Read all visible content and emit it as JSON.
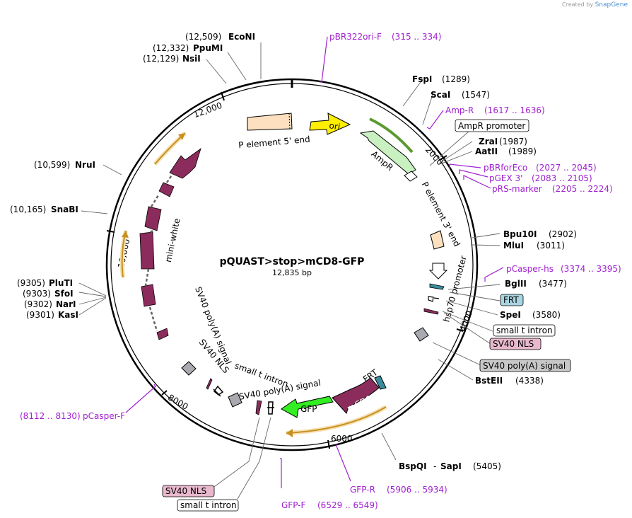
{
  "credit": {
    "prefix": "Created by",
    "brand": "SnapGene"
  },
  "plasmid": {
    "name": "pQUAST>stop>mCD8-GFP",
    "size": "12,835 bp"
  },
  "ticks": [
    "2000",
    "4000",
    "6000",
    "8000",
    "10,000",
    "12,000"
  ],
  "enzymes": [
    {
      "name": "EcoNI",
      "pos": "(12,509)"
    },
    {
      "name": "PpuMI",
      "pos": "(12,332)"
    },
    {
      "name": "NsiI",
      "pos": "(12,129)"
    },
    {
      "name": "NruI",
      "pos": "(10,599)"
    },
    {
      "name": "SnaBI",
      "pos": "(10,165)"
    },
    {
      "name": "PluTI",
      "pos": "(9305)"
    },
    {
      "name": "SfoI",
      "pos": "(9303)"
    },
    {
      "name": "NarI",
      "pos": "(9302)"
    },
    {
      "name": "KasI",
      "pos": "(9301)"
    },
    {
      "name": "FspI",
      "pos": "(1289)"
    },
    {
      "name": "ScaI",
      "pos": "(1547)"
    },
    {
      "name": "ZraI",
      "pos": "(1987)"
    },
    {
      "name": "AatII",
      "pos": "(1989)"
    },
    {
      "name": "Bpu10I",
      "pos": "(2902)"
    },
    {
      "name": "MluI",
      "pos": "(3011)"
    },
    {
      "name": "BglII",
      "pos": "(3477)"
    },
    {
      "name": "SpeI",
      "pos": "(3580)"
    },
    {
      "name": "BstEII",
      "pos": "(4338)"
    },
    {
      "name": "BspQI",
      "name2": "SapI",
      "pos": "(5405)"
    }
  ],
  "primers": [
    {
      "name": "pBR322ori-F",
      "range": "(315 .. 334)"
    },
    {
      "name": "Amp-R",
      "range": "(1617 .. 1636)"
    },
    {
      "name": "pBRforEco",
      "range": "(2027 .. 2045)"
    },
    {
      "name": "pGEX 3'",
      "range": "(2083 .. 2105)"
    },
    {
      "name": "pRS-marker",
      "range": "(2205 .. 2224)"
    },
    {
      "name": "pCasper-hs",
      "range": "(3374 .. 3395)"
    },
    {
      "name": "GFP-R",
      "range": "(5906 .. 5934)"
    },
    {
      "name": "GFP-F",
      "range": "(6529 .. 6549)"
    },
    {
      "name": "pCasper-F",
      "range": "(8112 .. 8130)"
    }
  ],
  "boxed_labels": [
    {
      "text": "AmpR promoter",
      "fill": "#ffffff"
    },
    {
      "text": "FRT",
      "fill": "#a8d4e0"
    },
    {
      "text": "small t intron",
      "fill": "#ffffff"
    },
    {
      "text": "SV40 NLS",
      "fill": "#e8b8cc"
    },
    {
      "text": "SV40 poly(A) signal",
      "fill": "#c8c8c8"
    },
    {
      "text": "SV40 NLS",
      "fill": "#e8b8cc"
    },
    {
      "text": "small t intron",
      "fill": "#ffffff"
    }
  ],
  "inner_labels": {
    "p5": "P element 5' end",
    "ori": "ori",
    "ampr": "AmpR",
    "p3": "P element 3' end",
    "hsp70": "hsp70 promoter",
    "frt": "FRT",
    "mcd8": "mCD8",
    "gfp": "GFP",
    "sv40pa": "SV40 poly(A) signal",
    "sti": "small t intron",
    "nls": "SV40 NLS",
    "sv40pa2": "SV40 poly(A) signal",
    "miniwhite": "mini-white"
  },
  "colors": {
    "maroon": "#8b2c5c",
    "gfp": "#33ee22",
    "ori": "#ffee00",
    "ampr": "#c8f0c0",
    "p_element": "#fde0c0",
    "orange": "#f0c060",
    "primer": "#a020d0",
    "frt": "#3a8c9c",
    "gray_feature": "#a8aab0"
  }
}
